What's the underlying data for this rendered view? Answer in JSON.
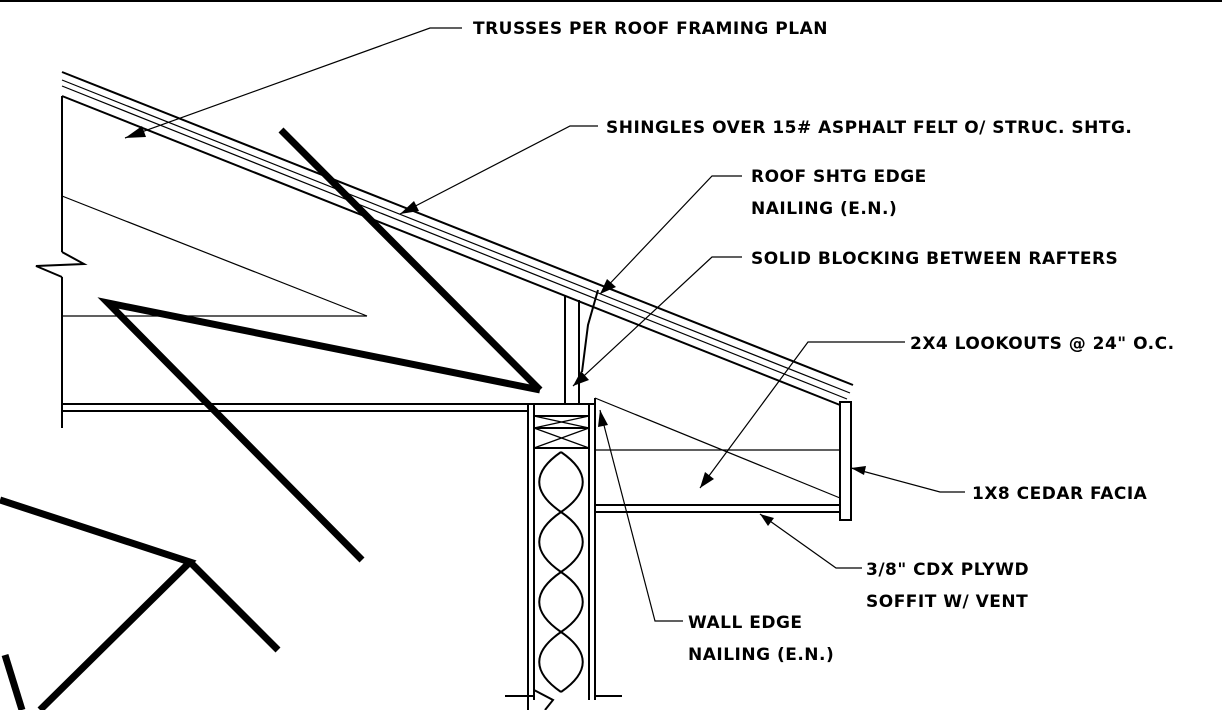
{
  "labels": {
    "trusses": "TRUSSES PER ROOF FRAMING PLAN",
    "shingles": "SHINGLES OVER 15# ASPHALT FELT O/ STRUC. SHTG.",
    "roof_sheathing_line1": "ROOF SHTG EDGE",
    "roof_sheathing_line2": "NAILING (E.N.)",
    "blocking": "SOLID BLOCKING BETWEEN RAFTERS",
    "lookouts": "2X4 LOOKOUTS @ 24\" O.C.",
    "facia": "1X8 CEDAR FACIA",
    "soffit_line1": "3/8\" CDX PLYWD",
    "soffit_line2": "SOFFIT W/ VENT",
    "wall_nailing_line1": "WALL EDGE",
    "wall_nailing_line2": "NAILING (E.N.)"
  }
}
